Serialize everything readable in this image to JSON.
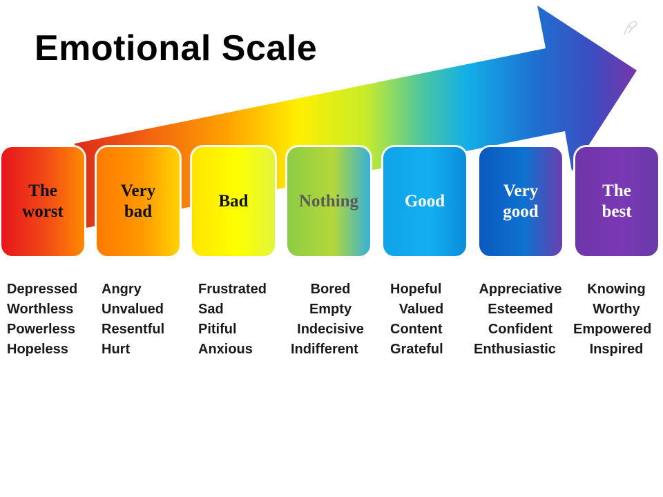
{
  "title": "Emotional Scale",
  "colors": {
    "worst": [
      "#e8141c",
      "#f24b17",
      "#ff8a00"
    ],
    "very_bad": [
      "#ff7a00",
      "#ff9900",
      "#ffd200"
    ],
    "bad": [
      "#ffe400",
      "#ffff00",
      "#e2f53b"
    ],
    "nothing": [
      "#8ccc45",
      "#b4d83a",
      "#36b1d6"
    ],
    "good": [
      "#0fa3e8",
      "#14aff0",
      "#0a8ddc"
    ],
    "very_good": [
      "#0b59c0",
      "#0e72cf",
      "#6a3fb0"
    ],
    "best": [
      "#6f35a8",
      "#7a38b4",
      "#6a3aa8"
    ]
  },
  "levels": [
    {
      "key": "worst",
      "label_line1": "The",
      "label_line2": "worst",
      "text_color": "#111111",
      "words": [
        "Depressed",
        "Worthless",
        "Powerless",
        "Hopeless"
      ]
    },
    {
      "key": "very_bad",
      "label_line1": "Very",
      "label_line2": "bad",
      "text_color": "#111111",
      "words": [
        "Angry",
        "Unvalued",
        "Resentful",
        "Hurt"
      ]
    },
    {
      "key": "bad",
      "label_line1": "Bad",
      "label_line2": "",
      "text_color": "#111111",
      "words": [
        "Frustrated",
        "Sad",
        "Pitiful",
        "Anxious"
      ]
    },
    {
      "key": "nothing",
      "label_line1": "Nothing",
      "label_line2": "",
      "text_color": "#5a5a5a",
      "words": [
        "Bored",
        "Empty",
        "Indecisive",
        "Indifferent"
      ]
    },
    {
      "key": "good",
      "label_line1": "Good",
      "label_line2": "",
      "text_color": "#ffffff",
      "words": [
        "Hopeful",
        "Valued",
        "Content",
        "Grateful"
      ]
    },
    {
      "key": "very_good",
      "label_line1": "Very",
      "label_line2": "good",
      "text_color": "#ffffff",
      "words": [
        "Appreciative",
        "Esteemed",
        "Confident",
        "Enthusiastic"
      ]
    },
    {
      "key": "best",
      "label_line1": "The",
      "label_line2": "best",
      "text_color": "#ffffff",
      "words": [
        "Knowing",
        "Worthy",
        "Empowered",
        "Inspired"
      ]
    }
  ],
  "watermark_icon": "signature-logo-icon"
}
